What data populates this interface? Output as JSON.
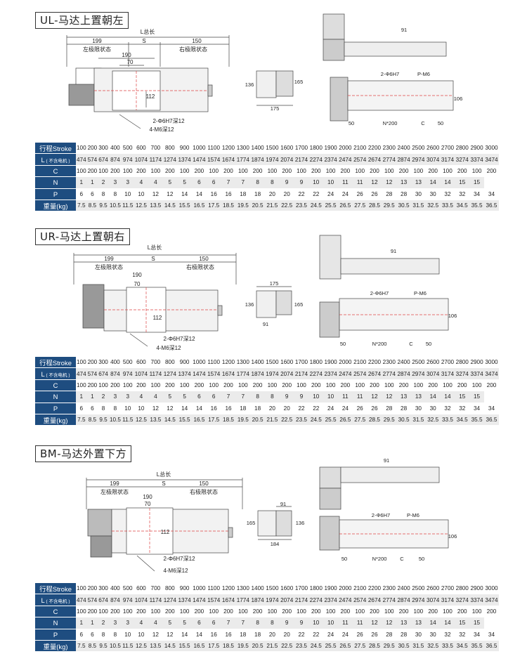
{
  "sections": [
    {
      "id": "ul",
      "title": "UL-马达上置朝左",
      "dims": {
        "total": "L总长",
        "left": "199",
        "s": "S",
        "right": "150",
        "left_state": "左极限状态",
        "right_state": "右极限状态",
        "d190": "190",
        "d70": "70",
        "d112": "112",
        "holes1": "2-Φ6H7深12",
        "holes2": "4-M6深12",
        "side_h": "136",
        "side_h2": "165",
        "side_w": "175",
        "top_h": "91",
        "pin": "2-Φ6H7",
        "pm": "P-M6",
        "d50a": "50",
        "n200": "N*200",
        "c": "C",
        "d50b": "50",
        "d106": "106"
      }
    },
    {
      "id": "ur",
      "title": "UR-马达上置朝右",
      "dims": {
        "total": "L总长",
        "left": "199",
        "s": "S",
        "right": "150",
        "left_state": "左极限状态",
        "right_state": "右极限状态",
        "d190": "190",
        "d70": "70",
        "d112": "112",
        "holes1": "2-Φ6H7深12",
        "holes2": "4-M6深12",
        "side_h": "136",
        "side_h2": "165",
        "side_w": "175",
        "side_w2": "91",
        "top_h": "91",
        "pin": "2-Φ6H7",
        "pm": "P-M6",
        "d50a": "50",
        "n200": "N*200",
        "c": "C",
        "d50b": "50",
        "d106": "106"
      }
    },
    {
      "id": "bm",
      "title": "BM-马达外置下方",
      "dims": {
        "total": "L总长",
        "left": "199",
        "s": "S",
        "right": "150",
        "left_state": "左极限状态",
        "right_state": "右极限状态",
        "d190": "190",
        "d70": "70",
        "d112": "112",
        "holes1": "2-Φ6H7深12",
        "holes2": "4-M6深12",
        "side_h": "165",
        "side_h2": "136",
        "side_w": "184",
        "side_w2": "91",
        "top_h": "91",
        "pin": "2-Φ6H7",
        "pm": "P-M6",
        "d50a": "50",
        "n200": "N*200",
        "c": "C",
        "d50b": "50",
        "d106": "106"
      }
    }
  ],
  "table": {
    "headers": [
      "行程Stroke",
      "L",
      "C",
      "N",
      "P",
      "重量(kg)"
    ],
    "l_note": "( 不含电机 )",
    "rows": [
      [
        "100",
        "200",
        "300",
        "400",
        "500",
        "600",
        "700",
        "800",
        "900",
        "1000",
        "1100",
        "1200",
        "1300",
        "1400",
        "1500",
        "1600",
        "1700",
        "1800",
        "1900",
        "2000",
        "2100",
        "2200",
        "2300",
        "2400",
        "2500",
        "2600",
        "2700",
        "2800",
        "2900",
        "3000"
      ],
      [
        "474",
        "574",
        "674",
        "874",
        "974",
        "1074",
        "1174",
        "1274",
        "1374",
        "1474",
        "1574",
        "1674",
        "1774",
        "1874",
        "1974",
        "2074",
        "2174",
        "2274",
        "2374",
        "2474",
        "2574",
        "2674",
        "2774",
        "2874",
        "2974",
        "3074",
        "3174",
        "3274",
        "3374",
        "3474"
      ],
      [
        "100",
        "200",
        "100",
        "200",
        "100",
        "200",
        "100",
        "200",
        "100",
        "200",
        "100",
        "200",
        "100",
        "200",
        "100",
        "200",
        "100",
        "200",
        "100",
        "200",
        "100",
        "200",
        "100",
        "200",
        "100",
        "200",
        "100",
        "200",
        "100",
        "200"
      ],
      [
        "1",
        "1",
        "2",
        "3",
        "3",
        "4",
        "4",
        "5",
        "5",
        "6",
        "6",
        "7",
        "7",
        "8",
        "8",
        "9",
        "9",
        "10",
        "10",
        "11",
        "11",
        "12",
        "12",
        "13",
        "13",
        "14",
        "14",
        "15",
        "15"
      ],
      [
        "6",
        "6",
        "8",
        "8",
        "10",
        "10",
        "12",
        "12",
        "14",
        "14",
        "16",
        "16",
        "18",
        "18",
        "20",
        "20",
        "22",
        "22",
        "24",
        "24",
        "26",
        "26",
        "28",
        "28",
        "30",
        "30",
        "32",
        "32",
        "34",
        "34"
      ],
      [
        "7.5",
        "8.5",
        "9.5",
        "10.5",
        "11.5",
        "12.5",
        "13.5",
        "14.5",
        "15.5",
        "16.5",
        "17.5",
        "18.5",
        "19.5",
        "20.5",
        "21.5",
        "22.5",
        "23.5",
        "24.5",
        "25.5",
        "26.5",
        "27.5",
        "28.5",
        "29.5",
        "30.5",
        "31.5",
        "32.5",
        "33.5",
        "34.5",
        "35.5",
        "36.5"
      ]
    ]
  }
}
